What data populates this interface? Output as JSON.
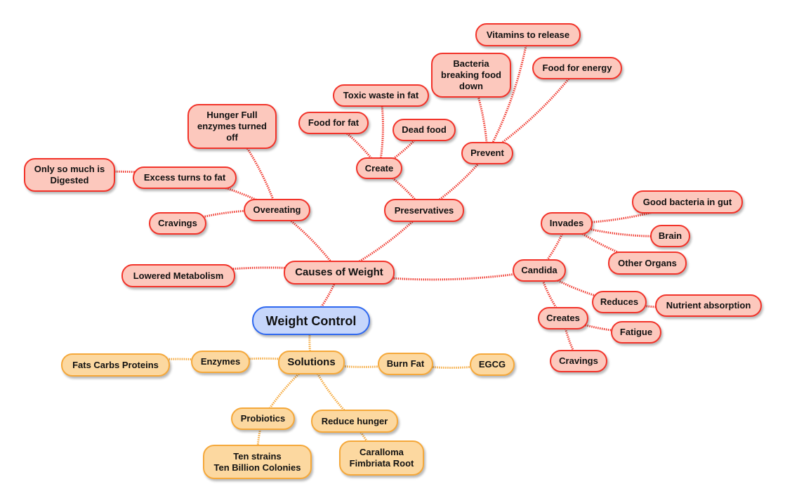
{
  "title": "Weight Control",
  "colors": {
    "root_fill": "#c6d6fb",
    "root_border": "#2e68f0",
    "causes_fill": "#fcc8bd",
    "causes_border": "#f2332a",
    "causes_link": "#f03a30",
    "solutions_fill": "#fcd8a0",
    "solutions_border": "#f5a83a",
    "solutions_link": "#f5a83a"
  },
  "nodes": {
    "root": "Weight Control",
    "causes": "Causes of Weight",
    "lowered_metabolism": "Lowered Metabolism",
    "overeating": "Overeating",
    "cravings1": "Cravings",
    "excess": "Excess turns to fat",
    "only_so_much": "Only so much is\nDigested",
    "hunger_full": "Hunger Full\nenzymes turned\noff",
    "preservatives": "Preservatives",
    "create": "Create",
    "food_for_fat": "Food for fat",
    "toxic_waste": "Toxic waste in fat",
    "dead_food": "Dead food",
    "prevent": "Prevent",
    "bacteria": "Bacteria\nbreaking food\ndown",
    "vitamins": "Vitamins to release",
    "food_energy": "Food for energy",
    "candida": "Candida",
    "invades": "Invades",
    "good_bacteria": "Good bacteria in gut",
    "brain": "Brain",
    "other_organs": "Other Organs",
    "reduces": "Reduces",
    "nutrient": "Nutrient absorption",
    "creates": "Creates",
    "fatigue": "Fatigue",
    "cravings2": "Cravings",
    "solutions": "Solutions",
    "enzymes": "Enzymes",
    "fats_carbs": "Fats Carbs Proteins",
    "burn_fat": "Burn Fat",
    "egcg": "EGCG",
    "probiotics": "Probiotics",
    "ten_strains": "Ten strains\nTen Billion Colonies",
    "reduce_hunger": "Reduce hunger",
    "caralloma": "Caralloma\nFimbriata Root"
  },
  "edges": [
    [
      "root",
      "causes",
      "red"
    ],
    [
      "root",
      "solutions",
      "orange"
    ],
    [
      "causes",
      "lowered_metabolism",
      "red"
    ],
    [
      "causes",
      "overeating",
      "red"
    ],
    [
      "causes",
      "preservatives",
      "red"
    ],
    [
      "causes",
      "candida",
      "red"
    ],
    [
      "overeating",
      "cravings1",
      "red"
    ],
    [
      "overeating",
      "excess",
      "red"
    ],
    [
      "overeating",
      "hunger_full",
      "red"
    ],
    [
      "excess",
      "only_so_much",
      "red"
    ],
    [
      "preservatives",
      "create",
      "red"
    ],
    [
      "preservatives",
      "prevent",
      "red"
    ],
    [
      "create",
      "food_for_fat",
      "red"
    ],
    [
      "create",
      "toxic_waste",
      "red"
    ],
    [
      "create",
      "dead_food",
      "red"
    ],
    [
      "prevent",
      "bacteria",
      "red"
    ],
    [
      "prevent",
      "vitamins",
      "red"
    ],
    [
      "prevent",
      "food_energy",
      "red"
    ],
    [
      "candida",
      "invades",
      "red"
    ],
    [
      "candida",
      "reduces",
      "red"
    ],
    [
      "candida",
      "creates",
      "red"
    ],
    [
      "invades",
      "good_bacteria",
      "red"
    ],
    [
      "invades",
      "brain",
      "red"
    ],
    [
      "invades",
      "other_organs",
      "red"
    ],
    [
      "reduces",
      "nutrient",
      "red"
    ],
    [
      "creates",
      "fatigue",
      "red"
    ],
    [
      "creates",
      "cravings2",
      "red"
    ],
    [
      "solutions",
      "enzymes",
      "orange"
    ],
    [
      "solutions",
      "burn_fat",
      "orange"
    ],
    [
      "solutions",
      "probiotics",
      "orange"
    ],
    [
      "solutions",
      "reduce_hunger",
      "orange"
    ],
    [
      "enzymes",
      "fats_carbs",
      "orange"
    ],
    [
      "burn_fat",
      "egcg",
      "orange"
    ],
    [
      "probiotics",
      "ten_strains",
      "orange"
    ],
    [
      "reduce_hunger",
      "caralloma",
      "orange"
    ]
  ]
}
